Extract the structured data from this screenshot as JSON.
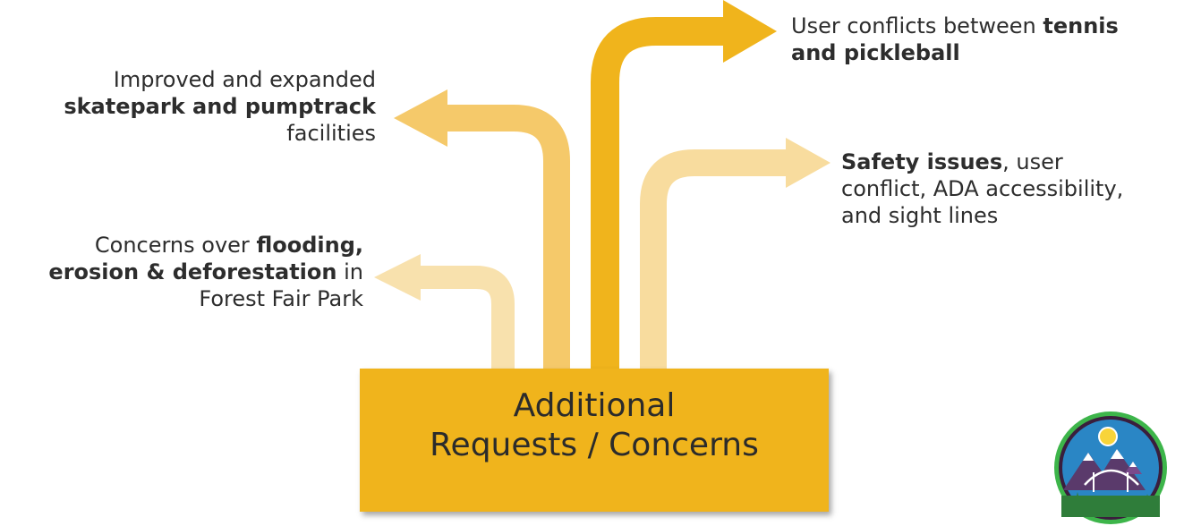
{
  "central_box": {
    "line1": "Additional",
    "line2": "Requests / Concerns"
  },
  "branches": {
    "skatepark": {
      "pre": "Improved and expanded",
      "bold": "skatepark and pumptrack",
      "post": "facilities",
      "color": "#f5c96a"
    },
    "flooding": {
      "pre": "Concerns over ",
      "bold1": "flooding,",
      "bold2": "erosion & deforestation",
      "post1": " in",
      "post2": "Forest Fair Park",
      "color": "#f8e1ad"
    },
    "tennis": {
      "pre": "User conflicts between ",
      "bold1": "tennis",
      "bold2": "and pickleball",
      "color": "#f0b41c"
    },
    "safety": {
      "bold": "Safety issues",
      "post1": ", user",
      "post2": "conflict, ADA accessibility,",
      "post3": "and sight lines",
      "color": "#f8dc9e"
    }
  },
  "colors": {
    "box": "#f0b41c",
    "text": "#2d2d2d"
  },
  "logo": {
    "icon": "mountain-logo-icon"
  }
}
